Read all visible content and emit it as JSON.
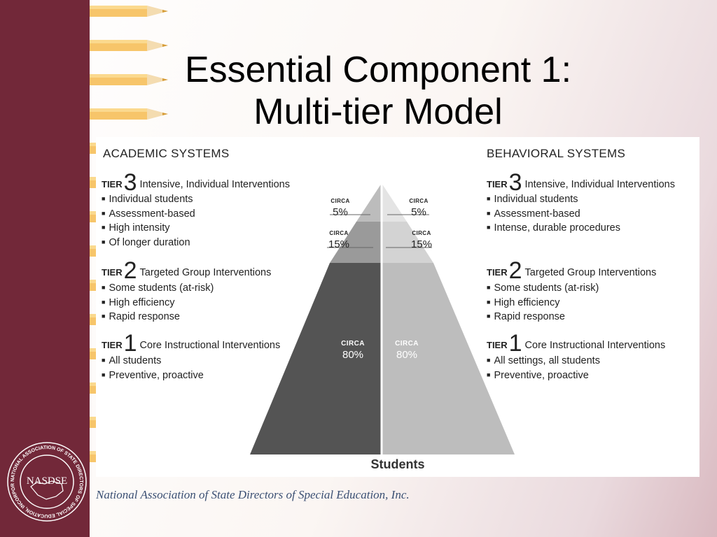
{
  "slide": {
    "title_line1": "Essential Component 1:",
    "title_line2": "Multi-tier Model",
    "footer": "National Association of State Directors of Special Education, Inc."
  },
  "logo": {
    "wordmark": "NASDSE",
    "ring_text": "NATIONAL ASSOCIATION OF STATE DIRECTORS OF SPECIAL EDUCATION, INCORPORATED"
  },
  "academic": {
    "heading": "ACADEMIC SYSTEMS",
    "tiers": [
      {
        "word": "TIER",
        "num": "3",
        "desc": "Intensive, Individual Interventions",
        "items": [
          "Individual students",
          "Assessment-based",
          "High intensity",
          "Of longer duration"
        ]
      },
      {
        "word": "TIER",
        "num": "2",
        "desc": "Targeted Group Interventions",
        "items": [
          "Some students (at-risk)",
          "High efficiency",
          "Rapid response"
        ]
      },
      {
        "word": "TIER",
        "num": "1",
        "desc": "Core Instructional Interventions",
        "items": [
          "All students",
          "Preventive, proactive"
        ]
      }
    ]
  },
  "behavioral": {
    "heading": "BEHAVIORAL SYSTEMS",
    "tiers": [
      {
        "word": "TIER",
        "num": "3",
        "desc": "Intensive, Individual Interventions",
        "items": [
          "Individual students",
          "Assessment-based",
          "Intense, durable procedures"
        ]
      },
      {
        "word": "TIER",
        "num": "2",
        "desc": "Targeted Group Interventions",
        "items": [
          "Some students (at-risk)",
          "High efficiency",
          "Rapid response"
        ]
      },
      {
        "word": "TIER",
        "num": "1",
        "desc": "Core Instructional Interventions",
        "items": [
          "All settings, all students",
          "Preventive, proactive"
        ]
      }
    ]
  },
  "pyramid": {
    "circa": "CIRCA",
    "left": {
      "tier3": "5%",
      "tier2": "15%",
      "tier1": "80%"
    },
    "right": {
      "tier3": "5%",
      "tier2": "15%",
      "tier1": "80%"
    },
    "base_label": "Students",
    "colors": {
      "left_top": "#bcbcbc",
      "left_mid": "#9a9a9a",
      "left_base": "#545454",
      "right_top": "#e4e4e4",
      "right_mid": "#d3d3d3",
      "right_base": "#bdbdbd"
    }
  }
}
